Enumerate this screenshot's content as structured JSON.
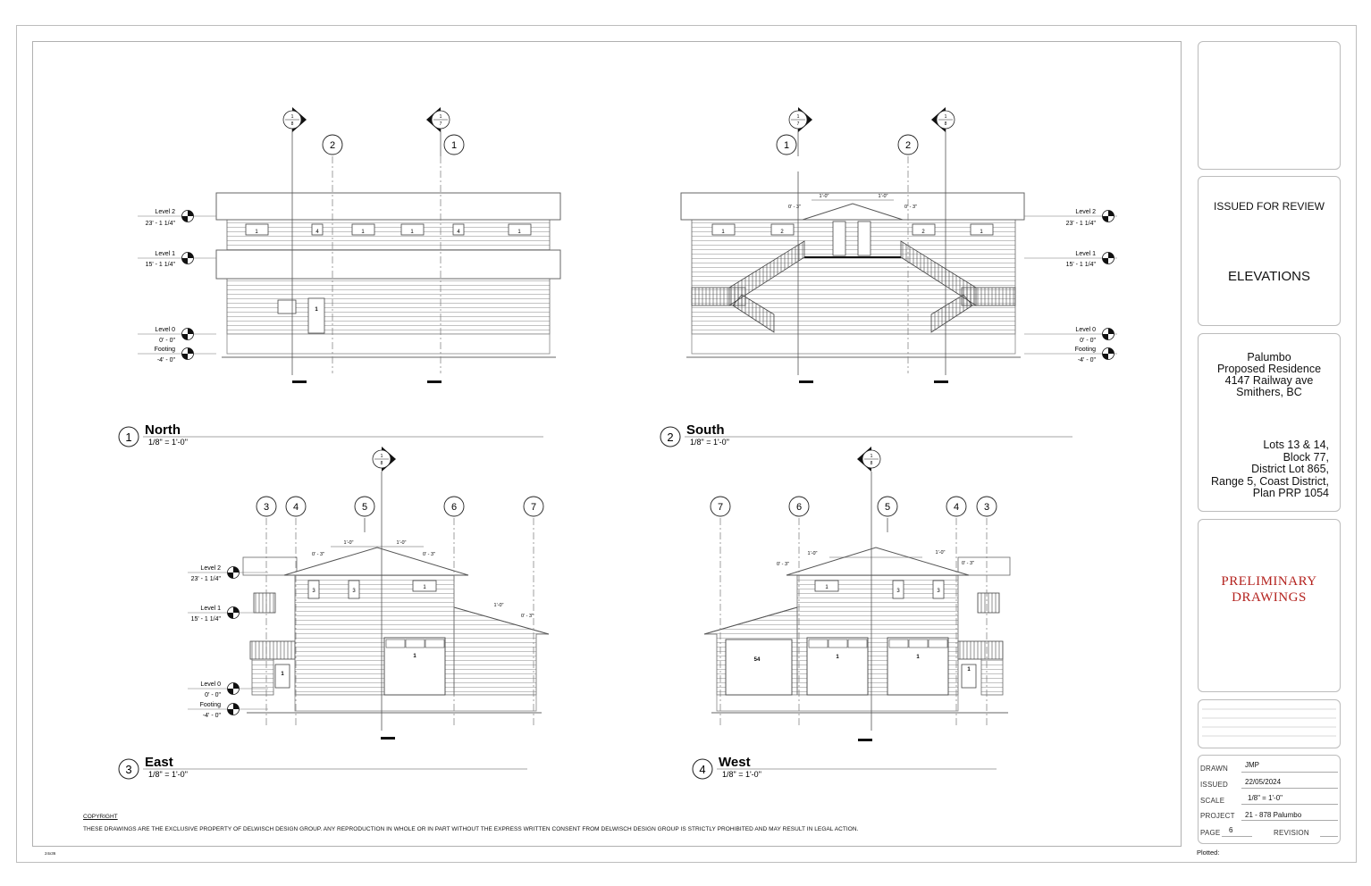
{
  "title_block": {
    "status": "ISSUED FOR REVIEW",
    "sheet_title": "ELEVATIONS",
    "project_address": [
      "Palumbo",
      "Proposed Residence",
      "4147 Railway ave",
      "Smithers, BC"
    ],
    "legal_description": [
      "Lots 13 & 14,",
      "Block 77,",
      "District Lot 865,",
      "Range 5, Coast District,",
      "Plan PRP 1054"
    ],
    "stamp": [
      "PRELIMINARY",
      "DRAWINGS"
    ],
    "drawn_label": "DRAWN",
    "drawn_value": "JMP",
    "issued_label": "ISSUED",
    "issued_value": "22/05/2024",
    "scale_label": "SCALE",
    "scale_value": "1/8\" = 1'-0\"",
    "project_label": "PROJECT",
    "project_value": "21 - 878 Palumbo",
    "page_label": "PAGE",
    "page_value": "6",
    "revision_label": "REVISION",
    "plotted_label": "Plotted:"
  },
  "sheet_size": "24x36",
  "copyright": {
    "heading": "COPYRIGHT",
    "text": "THESE DRAWINGS ARE THE EXCLUSIVE PROPERTY OF DELWISCH DESIGN GROUP. ANY REPRODUCTION IN WHOLE OR IN PART WITHOUT THE EXPRESS WRITTEN CONSENT FROM DELWISCH DESIGN GROUP IS STRICTLY PROHIBITED AND MAY RESULT IN LEGAL ACTION."
  },
  "views": {
    "north": {
      "number": "1",
      "name": "North",
      "scale": "1/8\" = 1'-0\""
    },
    "south": {
      "number": "2",
      "name": "South",
      "scale": "1/8\" = 1'-0\""
    },
    "east": {
      "number": "3",
      "name": "East",
      "scale": "1/8\" = 1'-0\""
    },
    "west": {
      "number": "4",
      "name": "West",
      "scale": "1/8\" = 1'-0\""
    }
  },
  "levels": {
    "level2": {
      "name": "Level 2",
      "elev": "23' - 1 1/4\""
    },
    "level1": {
      "name": "Level 1",
      "elev": "15' - 1 1/4\""
    },
    "level0": {
      "name": "Level 0",
      "elev": "0' - 0\""
    },
    "footing": {
      "name": "Footing",
      "elev": "-4' - 0\""
    }
  },
  "grid_labels": {
    "north": [
      "2",
      "1"
    ],
    "south": [
      "1",
      "2"
    ],
    "east": [
      "3",
      "4",
      "5",
      "6",
      "7"
    ],
    "west": [
      "7",
      "6",
      "5",
      "4",
      "3"
    ]
  },
  "section_marks": {
    "north": [
      [
        "1",
        "8"
      ],
      [
        "1",
        "7"
      ]
    ],
    "south": [
      [
        "1",
        "7"
      ],
      [
        "1",
        "8"
      ]
    ],
    "east": [
      [
        "1",
        "8"
      ]
    ],
    "west": [
      [
        "1",
        "8"
      ]
    ]
  },
  "dimensions": {
    "ridge": "1'-0\"",
    "overhang": "0' - 3\""
  },
  "window_tags": {
    "north": [
      "1",
      "4",
      "1",
      "1",
      "4",
      "1"
    ],
    "north_door": "1",
    "south": [
      "1",
      "2",
      "2",
      "1"
    ],
    "east": [
      "3",
      "3",
      "1"
    ],
    "east_garage": "1",
    "east_door": "1",
    "west": [
      "1",
      "3",
      "3"
    ],
    "west_garages": [
      "54",
      "1",
      "1"
    ],
    "west_door": "1"
  }
}
